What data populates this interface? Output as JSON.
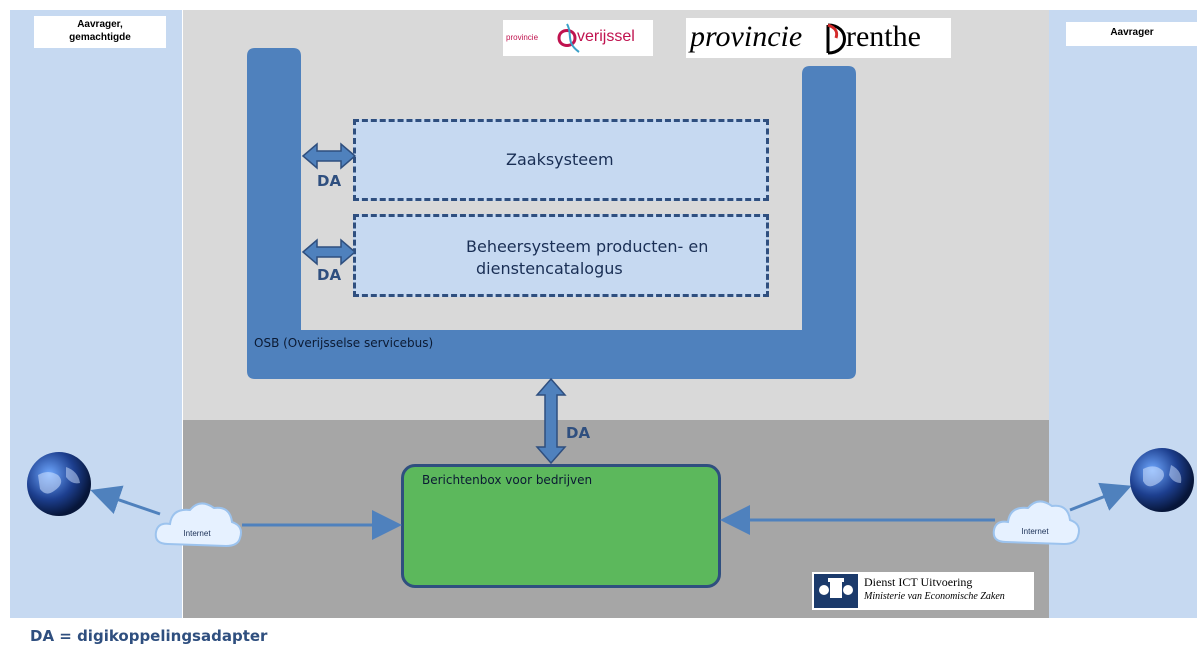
{
  "labels": {
    "left_actor": "Aavrager,\ngemachtigde",
    "right_actor": "Aavrager",
    "zaaksysteem": "Zaaksysteem",
    "beheersysteem_line1": "Beheersysteem producten- en",
    "beheersysteem_line2": "dienstencatalogus",
    "da": "DA",
    "osb": "OSB (Overijsselse servicebus)",
    "berichtenbox": "Berichtenbox voor bedrijven",
    "internet": "Internet",
    "legend": "DA = digikoppelingsadapter",
    "logo_overijssel_small": "provincie",
    "logo_overijssel_big": "verijssel",
    "logo_drenthe_a": "provincie",
    "logo_drenthe_b": "renthe",
    "dienst_ict_line1": "Dienst ICT Uitvoering",
    "dienst_ict_line2": "Ministerie van Economische Zaken"
  },
  "colors": {
    "side_panel": "#c6d9f1",
    "center_light": "#d9d9d9",
    "center_dark": "#a6a6a6",
    "bus": "#4f81bd",
    "berichtenbox": "#5cb85c",
    "dashed_border": "#2f4f7f"
  }
}
